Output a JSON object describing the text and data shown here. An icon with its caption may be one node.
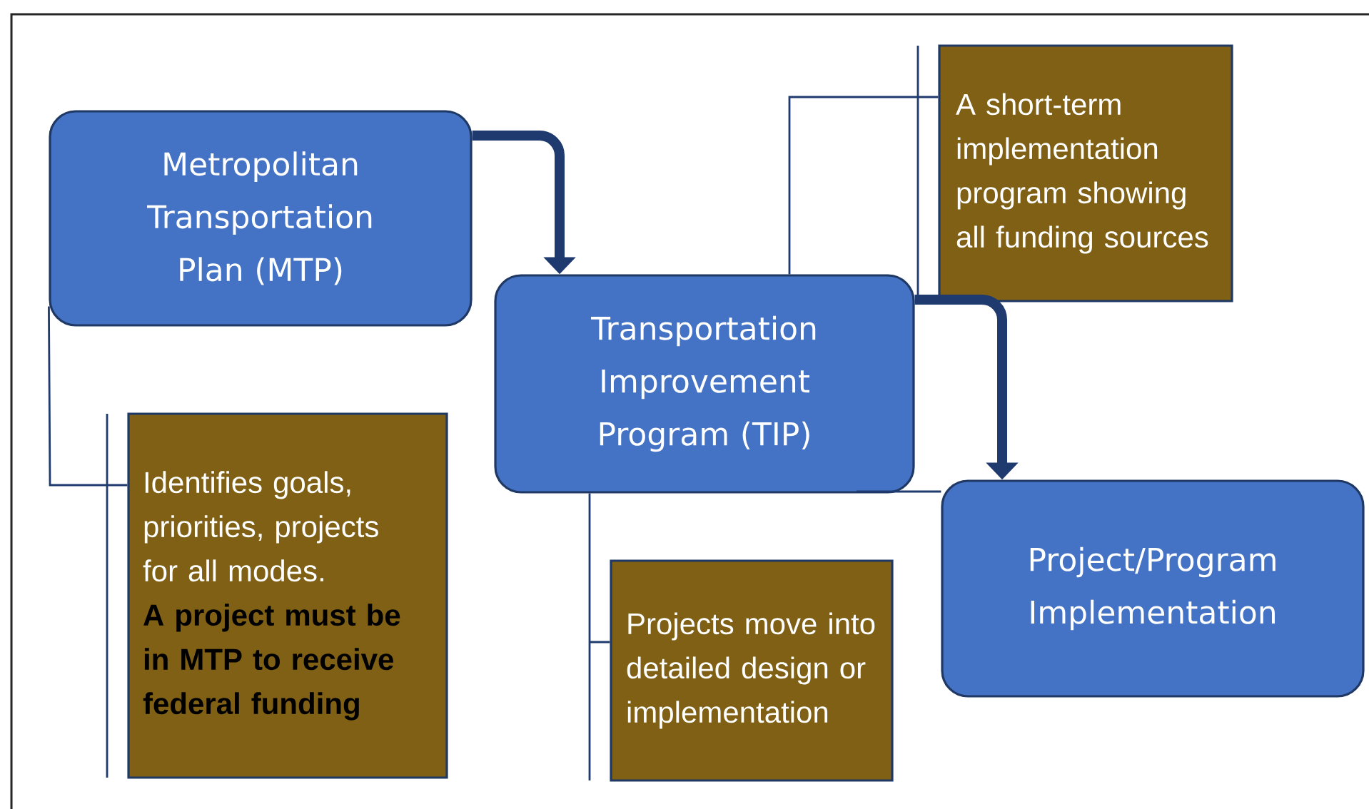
{
  "diagram": {
    "nodes": [
      {
        "text": [
          "Metropolitan Transportation Plan (MTP)"
        ]
      },
      {
        "text": [
          "A short-term implementation program showing all funding sources"
        ]
      },
      {
        "text": [
          "Transportation Improvement Program (TIP)"
        ]
      },
      {
        "text": [
          "Identifies goals, priorities, projects for all modes.",
          "A project must be in MTP to receive federal funding"
        ]
      },
      {
        "text": [
          "Project/Program Implementation"
        ]
      },
      {
        "text": [
          "Projects move into detailed design or implementation"
        ]
      }
    ],
    "edges": [
      {
        "from": 0,
        "to": 2,
        "arrow": "to",
        "style": "thick"
      },
      {
        "from": 2,
        "to": 4,
        "arrow": "to",
        "style": "thick"
      },
      {
        "from": 0,
        "to": 3,
        "arrow": "none"
      },
      {
        "from": 2,
        "to": 1,
        "arrow": "none"
      },
      {
        "from": 2,
        "to": 5,
        "arrow": "none"
      },
      {
        "from": 2,
        "to": 4,
        "arrow": "none"
      }
    ]
  }
}
